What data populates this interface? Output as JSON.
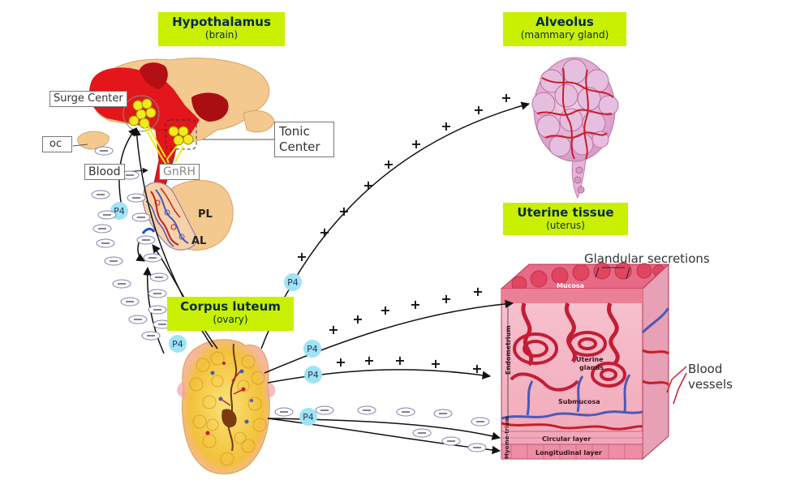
{
  "labels": {
    "hypothalamus": {
      "title": "Hypothalamus",
      "subtitle": "(brain)"
    },
    "alveolus": {
      "title": "Alveolus",
      "subtitle": "(mammary gland)"
    },
    "uterine": {
      "title": "Uterine tissue",
      "subtitle": "(uterus)"
    },
    "corpus": {
      "title": "Corpus luteum",
      "subtitle": "(ovary)"
    }
  },
  "callouts": {
    "surge_center": "Surge Center",
    "oc": "oc",
    "tonic_center_1": "Tonic",
    "tonic_center_2": "Center",
    "blood": "Blood",
    "gnrh": "GnRH",
    "pl": "PL",
    "al": "AL",
    "glandular_secretions": "Glandular secretions",
    "blood_vessels_1": "Blood",
    "blood_vessels_2": "vessels"
  },
  "uterus_layers": {
    "mucosa": "Mucosa",
    "endometrium": "Endometrium",
    "uterine_glands_1": "Uterine",
    "uterine_glands_2": "glands",
    "submucosa": "Submucosa",
    "myometrium": "Myome-trium",
    "circular_layer": "Circular layer",
    "longitudinal_layer": "Longitudinal layer"
  },
  "hormone": "P4",
  "signs": {
    "positive": "+",
    "negative": "−"
  },
  "colors": {
    "label_bg": "#c9f000",
    "label_text": "#0b2a4a",
    "hormone_bubble": "#9fe3f5",
    "brain_tan": "#f3c98f",
    "brain_red": "#e2161b",
    "ovary_yellow": "#f6cf3d",
    "uterus_pink": "#f3b8c4",
    "vessel_red": "#c41e2a",
    "vessel_blue": "#4a5ab8"
  }
}
